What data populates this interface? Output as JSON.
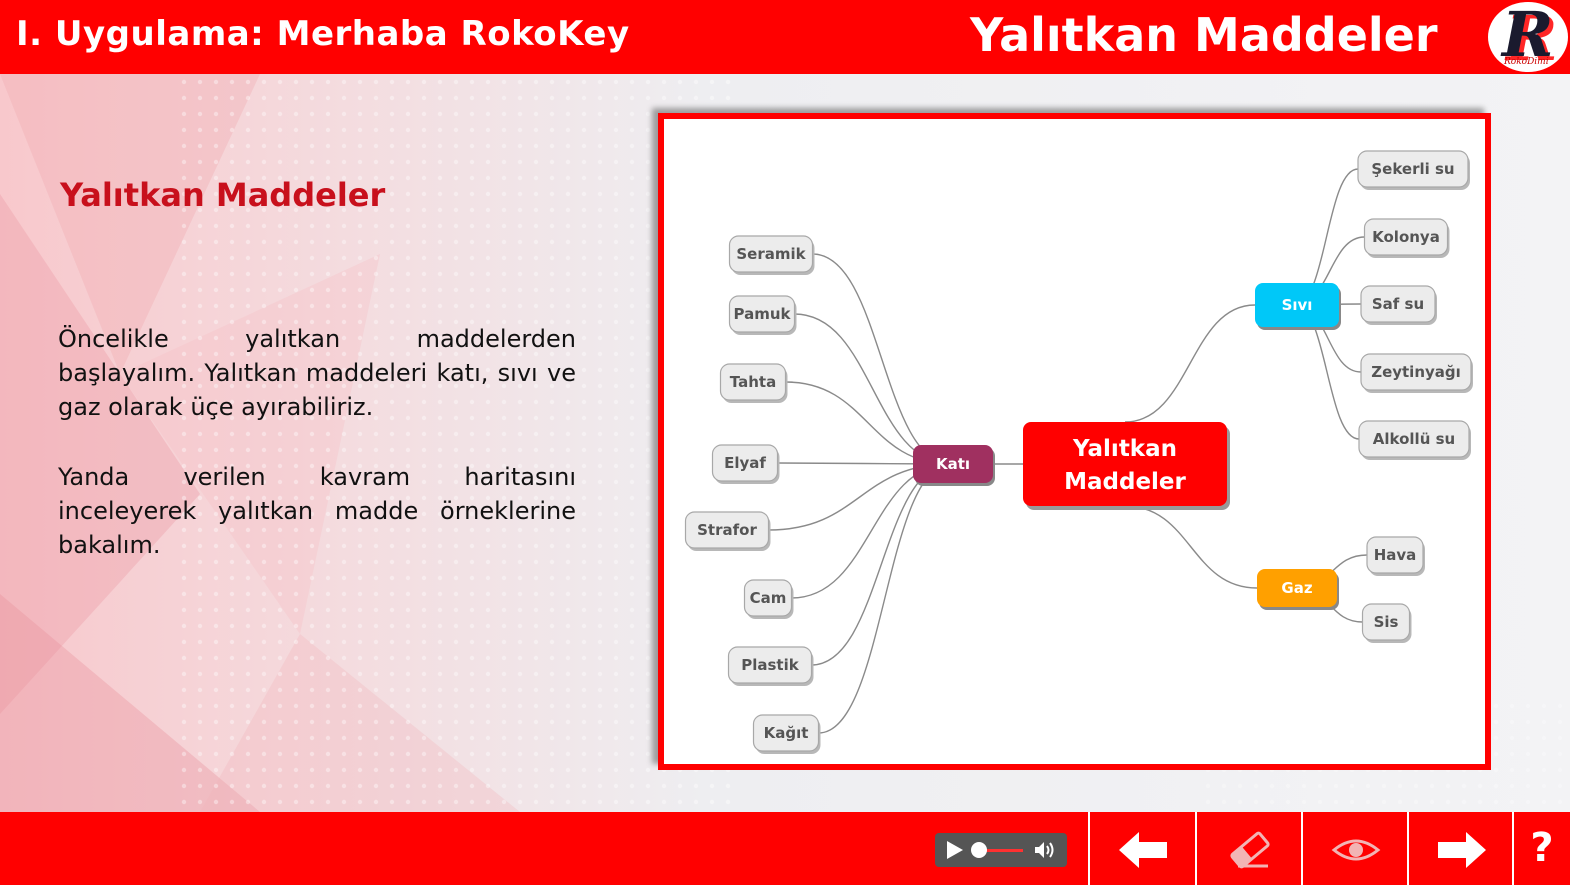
{
  "header": {
    "app_title": "I. Uygulama: Merhaba RokoKey",
    "slide_title": "Yalıtkan Maddeler",
    "logo_letter": "R",
    "logo_caption": "RokoDimi"
  },
  "content": {
    "heading": "Yalıtkan Maddeler",
    "paragraph_1": "Öncelikle yalıtkan maddelerden başlayalım. Yalıtkan maddeleri katı, sıvı ve gaz olarak üçe ayırabiliriz.",
    "paragraph_2": "Yanda verilen kavram haritasını inceleyerek yalıtkan madde örneklerine bakalım."
  },
  "concept_map": {
    "center_line_1": "Yalıtkan",
    "center_line_2": "Maddeler",
    "solid": {
      "label": "Katı",
      "color": "#a03060",
      "items": [
        "Seramik",
        "Pamuk",
        "Tahta",
        "Elyaf",
        "Strafor",
        "Cam",
        "Plastik",
        "Kağıt"
      ]
    },
    "liquid": {
      "label": "Sıvı",
      "color": "#00c8f8",
      "items": [
        "Şekerli su",
        "Kolonya",
        "Saf su",
        "Zeytinyağı",
        "Alkollü su"
      ]
    },
    "gas": {
      "label": "Gaz",
      "color": "#ffa000",
      "items": [
        "Hava",
        "Sis"
      ]
    },
    "center_color": "#ff0000"
  },
  "footer": {
    "help_label": "?",
    "buttons": [
      "back-arrow-icon",
      "eraser-icon",
      "eye-icon",
      "forward-arrow-icon"
    ]
  },
  "colors": {
    "brand_red": "#ff0000",
    "heading_red": "#c8101c"
  }
}
